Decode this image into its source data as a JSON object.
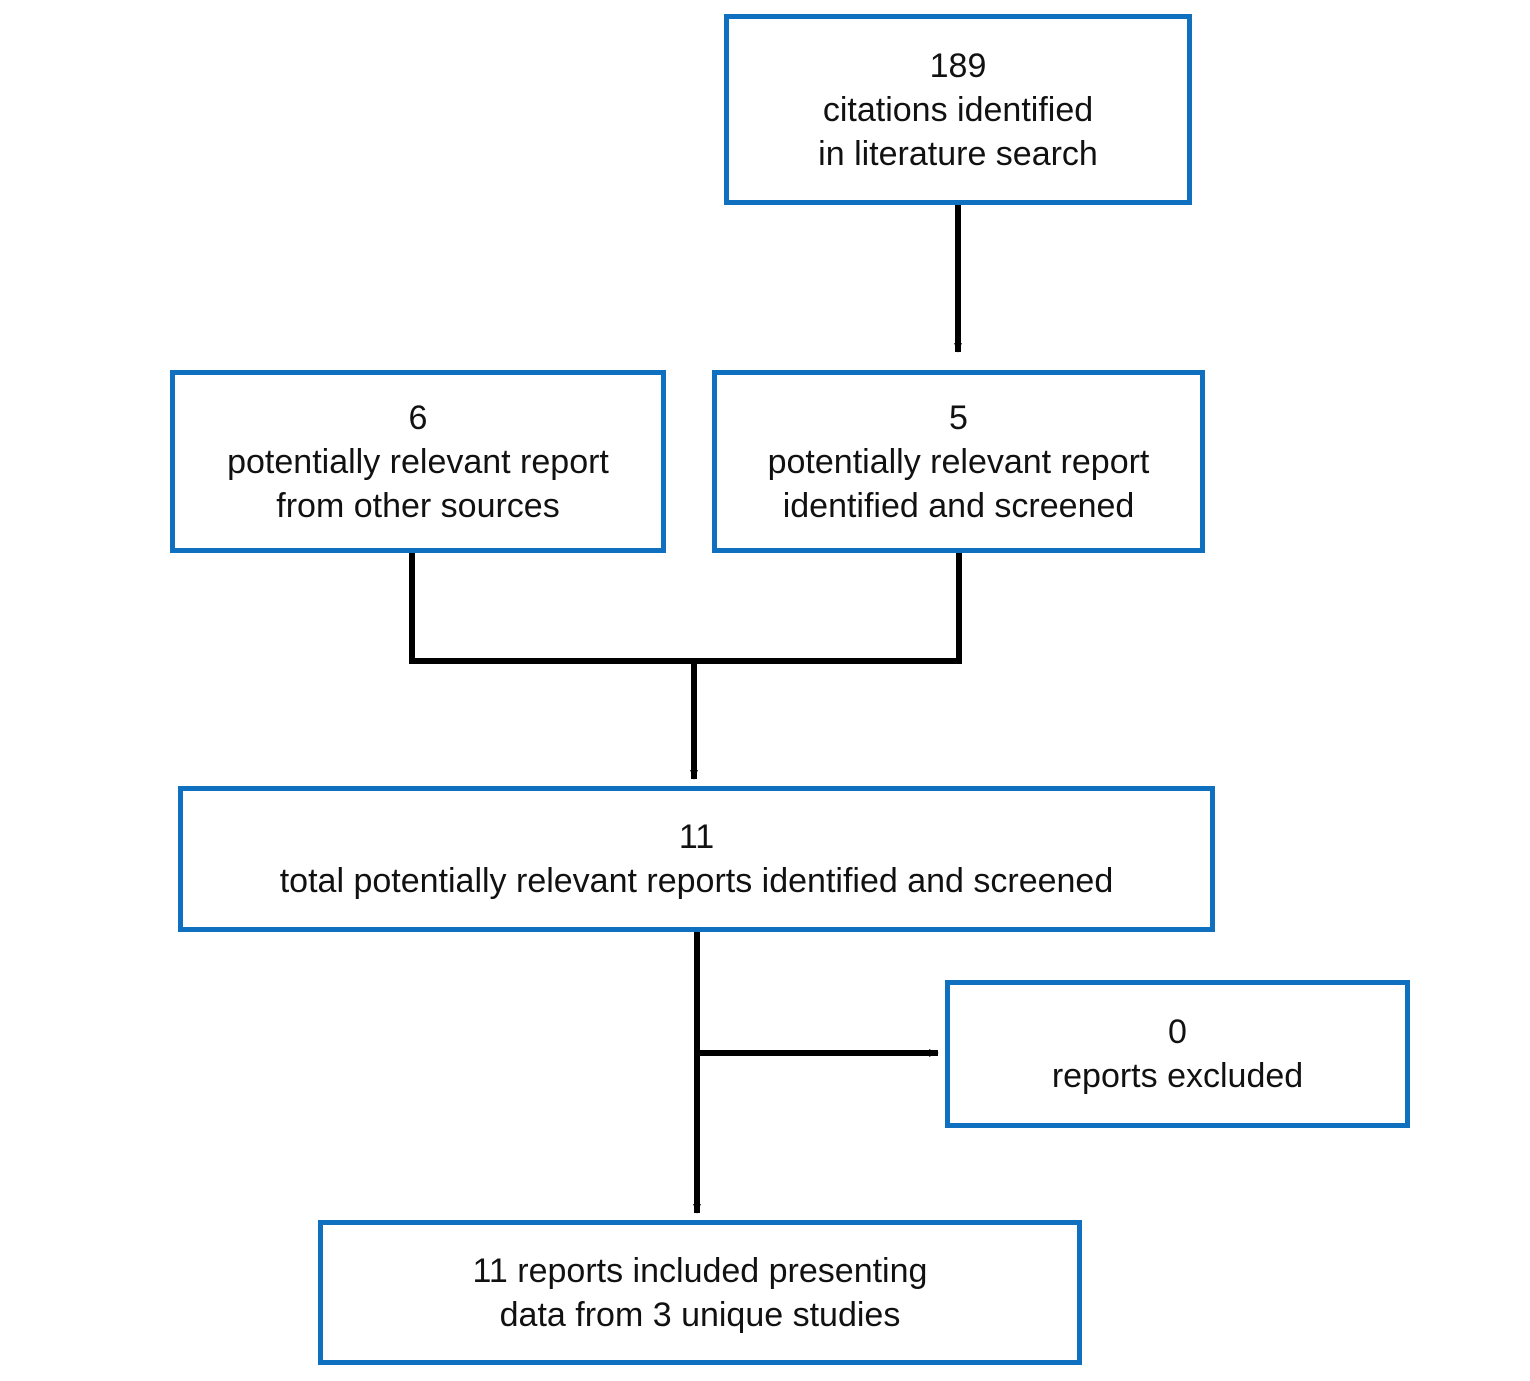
{
  "diagram": {
    "type": "prisma-flow-diagram",
    "colors": {
      "box_border": "#1070c0",
      "connector": "#000000",
      "text": "#111111",
      "background": "#ffffff"
    },
    "boxes": {
      "identified": {
        "name": "citations-identified",
        "count": "189",
        "line1": "189",
        "line2": "citations identified",
        "line3": "in literature search"
      },
      "other_sources": {
        "name": "reports-from-other-sources",
        "count": "6",
        "line1": "6",
        "line2": "potentially relevant report",
        "line3": "from other sources"
      },
      "screened": {
        "name": "reports-identified-and-screened",
        "count": "5",
        "line1": "5",
        "line2": "potentially relevant report",
        "line3": "identified and screened"
      },
      "total_screened": {
        "name": "total-reports-screened",
        "count": "11",
        "line1": "11",
        "line2": "total potentially relevant reports identified and screened"
      },
      "excluded": {
        "name": "reports-excluded",
        "count": "0",
        "line1": "0",
        "line2": "reports excluded"
      },
      "included": {
        "name": "reports-included",
        "count": "11",
        "studies": "3",
        "line1": "11 reports included presenting",
        "line2": "data from 3 unique studies"
      }
    },
    "connectors": [
      {
        "name": "identified-to-screened",
        "from": "identified",
        "to": "screened",
        "kind": "arrow-down"
      },
      {
        "name": "other-sources-to-total",
        "from": "other_sources",
        "to": "total_screened",
        "kind": "merge-down"
      },
      {
        "name": "screened-to-total",
        "from": "screened",
        "to": "total_screened",
        "kind": "merge-down"
      },
      {
        "name": "total-to-excluded",
        "from": "total_screened",
        "to": "excluded",
        "kind": "arrow-right"
      },
      {
        "name": "total-to-included",
        "from": "total_screened",
        "to": "included",
        "kind": "arrow-down"
      }
    ]
  }
}
